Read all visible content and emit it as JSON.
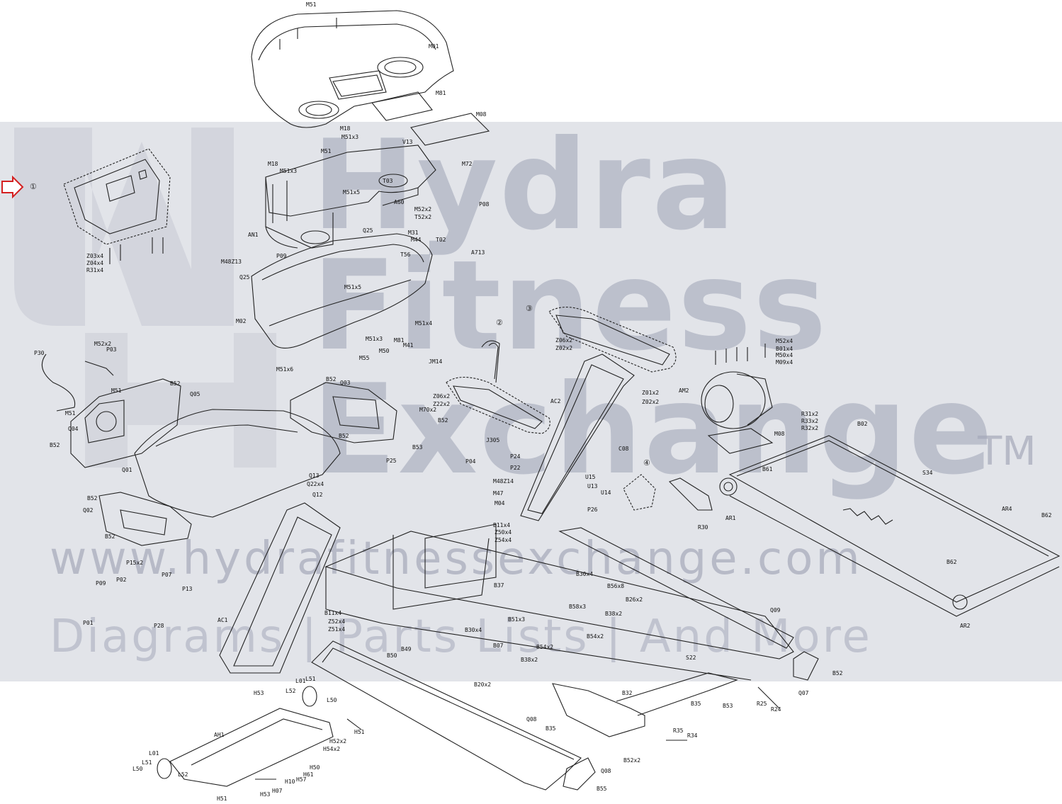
{
  "watermark": {
    "line1": "Hydra",
    "line2": "Fitness",
    "line3": "Exchange",
    "tm": "TM",
    "url": "www.hydrafitnessexchange.com",
    "tagline": "Diagrams | Parts Lists | And More"
  },
  "callouts": [
    "①",
    "②",
    "③",
    "④"
  ],
  "labels": {
    "M51_top": "M51",
    "M01": "M01",
    "M81": "M81",
    "M08": "M08",
    "M18a": "M18",
    "M51x3a": "M51x3",
    "M51a": "M51",
    "V13": "V13",
    "M72": "M72",
    "M18b": "M18",
    "M51x3b": "M51x3",
    "T03": "T03",
    "M51x5": "M51x5",
    "P08": "P08",
    "AN1": "AN1",
    "Z03x4": "Z03x4",
    "Z04x4": "Z04x4",
    "R31x4": "R31x4",
    "A60": "A60",
    "M52x2": "M52x2",
    "T52x2": "T52x2",
    "T02": "T02",
    "Q25": "Q25",
    "M31": "M31",
    "M44": "M44",
    "T56": "T56",
    "A713": "A713",
    "P09": "P09",
    "M48Z13": "M48Z13",
    "Q25b": "Q25",
    "M51x5b": "M51x5",
    "M02": "M02",
    "M51x4": "M51x4",
    "M51x3c": "M51x3",
    "M51x6": "M51x6",
    "M55": "M55",
    "M50": "M50",
    "M81b": "M81",
    "M41": "M41",
    "JM14": "JM14",
    "M70x2": "M70x2",
    "P30": "P30",
    "M52x2b": "M52x2",
    "P03": "P03",
    "M51b": "M51",
    "Q05": "Q05",
    "B52a": "B52",
    "M51c": "M51",
    "Q04": "Q04",
    "B52b": "B52",
    "B52c": "B52",
    "Q03": "Q03",
    "B52d": "B52",
    "Z06x2": "Z06x2",
    "Z22x2": "Z22x2",
    "B52e": "B52",
    "J305": "J305",
    "P24": "P24",
    "P22": "P22",
    "B53": "B53",
    "P25": "P25",
    "Q01": "Q01",
    "Q13": "Q13",
    "Q22x4": "Q22x4",
    "Q12": "Q12",
    "B52f": "B52",
    "Q02": "Q02",
    "Z06x2b": "Z06x2",
    "Z02x2": "Z02x2",
    "AC2": "AC2",
    "C08": "C08",
    "Z01x2": "Z01x2",
    "Z02x2b": "Z02x2",
    "U15": "U15",
    "U13": "U13",
    "U14": "U14",
    "P26": "P26",
    "R30": "R30",
    "AM2": "AM2",
    "M52x4": "M52x4",
    "B01x4": "B01x4",
    "M50x4": "M50x4",
    "M09x4": "M09x4",
    "R31x2": "R31x2",
    "R33x2": "R33x2",
    "R32x2": "R32x2",
    "B02": "B02",
    "M08b": "M08",
    "B61": "B61",
    "S34": "S34",
    "AR1": "AR1",
    "AR4": "AR4",
    "B62": "B62",
    "B62b": "B62",
    "AR2": "AR2",
    "P04": "P04",
    "M47": "M47",
    "M48Z14": "M48Z14",
    "M04": "M04",
    "P15x2": "P15x2",
    "P07": "P07",
    "P13": "P13",
    "P02": "P02",
    "P09b": "P09",
    "P01": "P01",
    "P28": "P28",
    "B11x4": "B11x4",
    "Z52x4": "Z52x4",
    "Z51x4": "Z51x4",
    "AC1": "AC1",
    "B49": "B49",
    "B50": "B50",
    "B11x4b": "B11x4",
    "Z50x4": "Z50x4",
    "Z54x4": "Z54x4",
    "B37": "B37",
    "B30x4": "B30x4",
    "B56x8": "B56x8",
    "B51x3": "B51x3",
    "B58x3": "B58x3",
    "B26x2": "B26x2",
    "B38x2": "B38x2",
    "B30x4b": "B30x4",
    "B54x2": "B54x2",
    "Q09": "Q09",
    "S22": "S22",
    "B52g": "B52",
    "Q07": "Q07",
    "R25": "R25",
    "R24": "R24",
    "B53b": "B53",
    "B35": "B35",
    "B32": "B32",
    "Q08": "Q08",
    "B55": "B55",
    "R34": "R34",
    "R35": "R35",
    "B52h": "B52",
    "L01": "L01",
    "L51": "L51",
    "L52": "L52",
    "L50": "L50",
    "H53": "H53",
    "H51": "H51",
    "AH1": "AH1",
    "H52x2": "H52x2",
    "H54x2": "H54x2",
    "H50": "H50",
    "H61": "H61",
    "H57": "H57",
    "H10": "H10",
    "H07": "H07",
    "H53b": "H53",
    "H51b": "H51",
    "L01b": "L01",
    "L51b": "L51",
    "L50b": "L50",
    "L52b": "L52",
    "Q08b": "Q08",
    "B20x2": "B20x2",
    "B38x2b": "B38x2",
    "B54x2b": "B54x2",
    "B52x2": "B52x2",
    "B35b": "B35",
    "B07": "B07"
  },
  "colors": {
    "ink": "#222222",
    "watermark": "#9ea3b6",
    "band": "#dadce3",
    "arrow": "#d42020"
  }
}
